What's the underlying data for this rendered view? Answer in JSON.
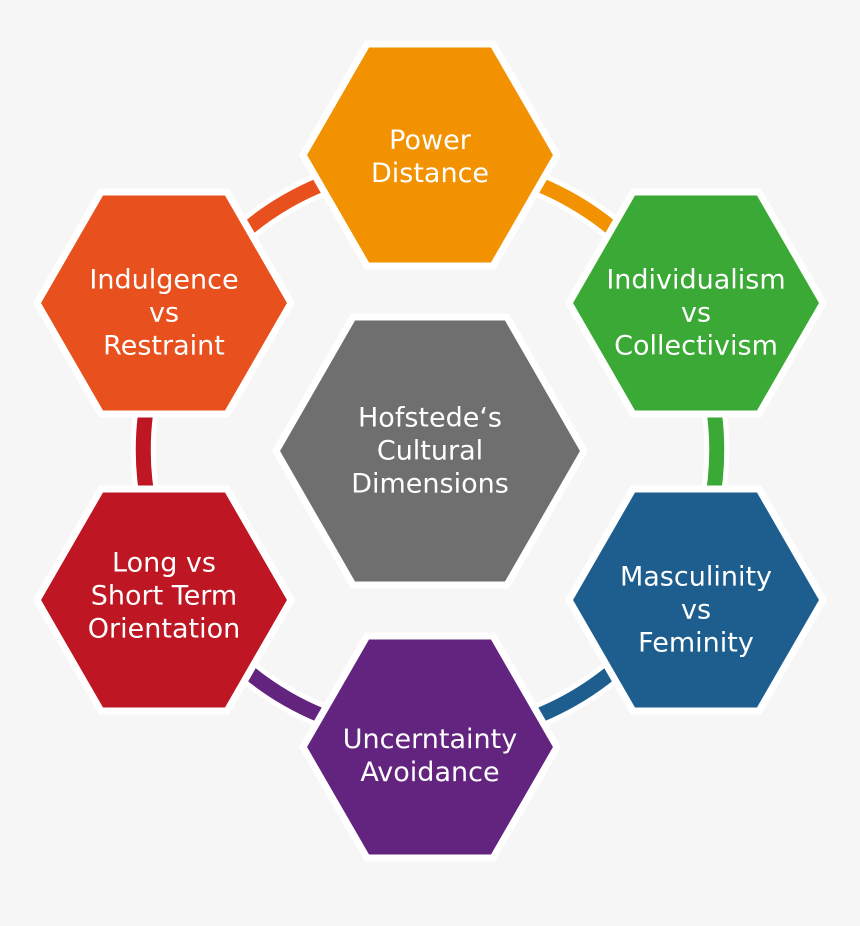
{
  "colors": {
    "background": "#f6f6f7",
    "power_distance": "#f29200",
    "individualism": "#3aa935",
    "masculinity": "#1d5e8f",
    "uncertainty": "#62247f",
    "long_term": "#be1622",
    "indulgence": "#e8501e",
    "center": "#6f6f6f"
  },
  "center": {
    "lines": [
      "Hofstede‘s",
      "Cultural",
      "Dimensions"
    ]
  },
  "dimensions": [
    {
      "id": "power-distance",
      "lines": [
        "Power",
        "Distance"
      ]
    },
    {
      "id": "individualism",
      "lines": [
        "Individualism",
        "vs",
        "Collectivism"
      ]
    },
    {
      "id": "masculinity",
      "lines": [
        "Masculinity",
        "vs",
        "Feminity"
      ]
    },
    {
      "id": "uncertainty",
      "lines": [
        "Uncerntainty",
        "Avoidance"
      ]
    },
    {
      "id": "long-term",
      "lines": [
        "Long vs",
        "Short Term",
        "Orientation"
      ]
    },
    {
      "id": "indulgence",
      "lines": [
        "Indulgence",
        "vs",
        "Restraint"
      ]
    }
  ]
}
